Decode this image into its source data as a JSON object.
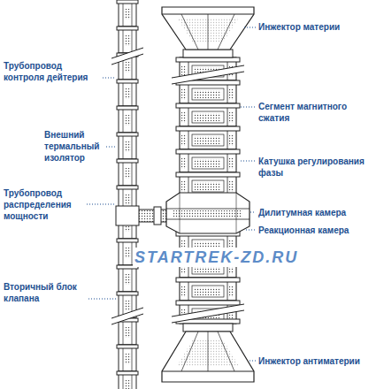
{
  "diagram": {
    "labels": [
      "Инжектор материи",
      "Трубопровод контроля дейтерия",
      "Сегмент магнитного сжатия",
      "Внешний термальный изолятор",
      "Катушка регулирования фазы",
      "Трубопровод распределения мощности",
      "Дилитумная камера",
      "Реакционная камера",
      "STARTREK-ZD.RU",
      "Вторичный блок клапана",
      "Инжектор антиматерии"
    ]
  }
}
